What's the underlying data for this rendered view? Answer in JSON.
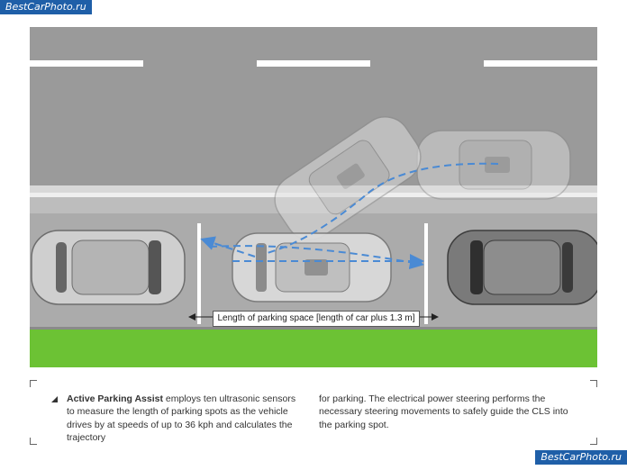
{
  "watermark": {
    "text": "BestCarPhoto.ru"
  },
  "diagram": {
    "caption": "Length of parking space [length of car plus 1.3 m]"
  },
  "description": {
    "heading": "Active Parking Assist",
    "left_text": " employs ten ultrasonic sensors to measure the length of parking spots as the vehicle drives by at speeds of up to 36 kph and calculates the trajectory",
    "right_text": "for parking. The electrical power steering performs the necessary steering movements to safely guide the CLS into the parking spot."
  },
  "colors": {
    "road": "#9a9a9a",
    "lane": "#aaaaaa",
    "sidewalk": "#bdbdbd",
    "grass": "#6cc234",
    "car": "#c9c9c9",
    "dark_car": "#777777",
    "trajectory": "#4a8ad4"
  }
}
